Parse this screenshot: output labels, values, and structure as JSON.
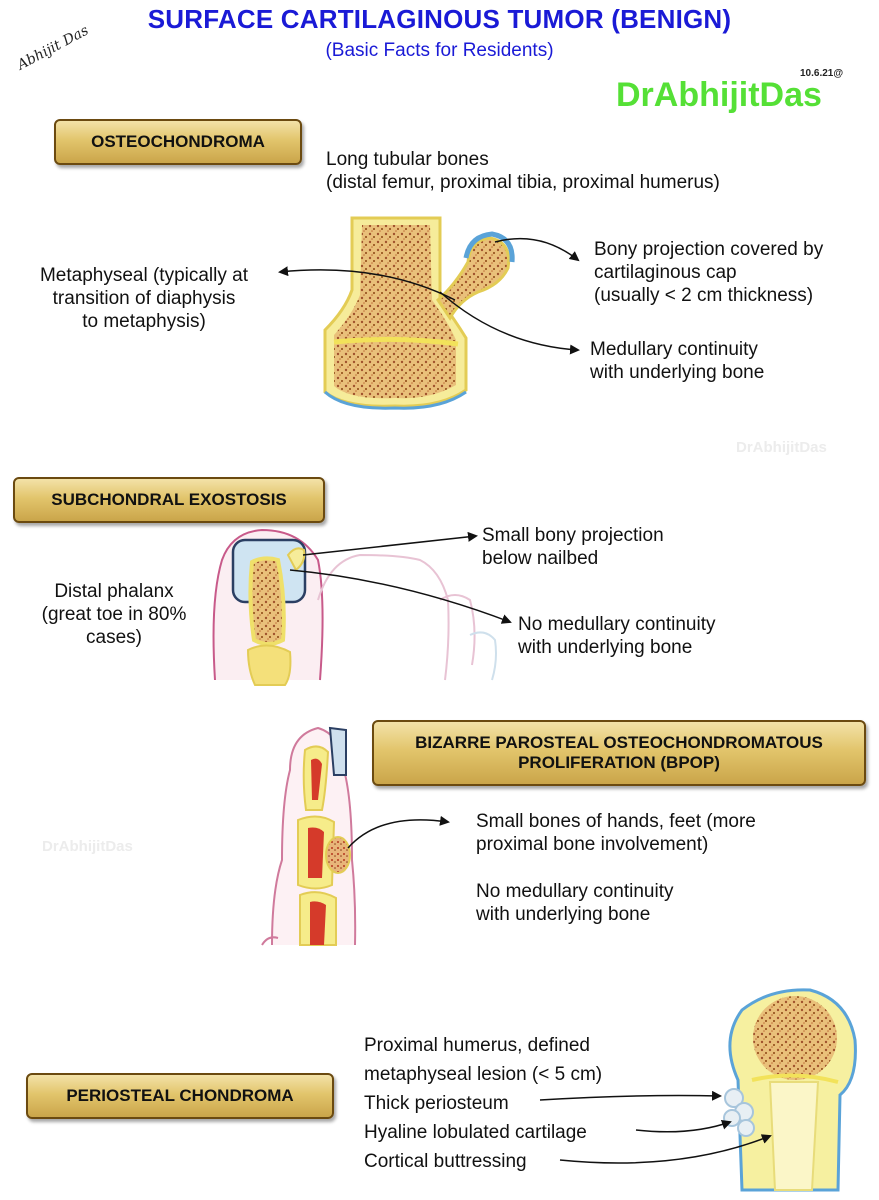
{
  "header": {
    "title": "SURFACE CARTILAGINOUS TUMOR (BENIGN)",
    "subtitle": "(Basic Facts for Residents)",
    "signature": "Abhijit Das",
    "brand": "DrAbhijitDas",
    "date": "10.6.21@",
    "watermark": "DrAbhijitDas"
  },
  "colors": {
    "title": "#1a1ad6",
    "brand": "#55e036",
    "box_fill": "#e2c56c",
    "box_border": "#6b4a10"
  },
  "osteochondroma": {
    "label": "OSTEOCHONDROMA",
    "site_line1": "Long tubular bones",
    "site_line2": "(distal femur, proximal tibia, proximal humerus)",
    "location_line1": "Metaphyseal (typically at",
    "location_line2": "transition of diaphysis",
    "location_line3": "to metaphysis)",
    "cap_line1": "Bony projection covered by",
    "cap_line2": "cartilaginous cap",
    "cap_line3": "(usually < 2 cm thickness)",
    "continuity_line1": "Medullary continuity",
    "continuity_line2": "with underlying bone"
  },
  "subungual": {
    "label": "SUBCHONDRAL EXOSTOSIS",
    "projection_line1": "Small bony projection",
    "projection_line2": "below nailbed",
    "site_line1": "Distal phalanx",
    "site_line2": "(great toe in 80%",
    "site_line3": "cases)",
    "continuity_line1": "No medullary continuity",
    "continuity_line2": "with underlying bone"
  },
  "bpop": {
    "label_line1": "BIZARRE PAROSTEAL OSTEOCHONDROMATOUS",
    "label_line2": "PROLIFERATION (BPOP)",
    "site_line1": "Small bones of hands, feet (more",
    "site_line2": "proximal bone involvement)",
    "continuity_line1": "No medullary continuity",
    "continuity_line2": "with underlying bone"
  },
  "periosteal": {
    "label": "PERIOSTEAL CHONDROMA",
    "line1": "Proximal humerus, defined",
    "line2": "metaphyseal lesion (< 5 cm)",
    "line3": "Thick periosteum",
    "line4": "Hyaline lobulated cartilage",
    "line5": "Cortical buttressing"
  }
}
